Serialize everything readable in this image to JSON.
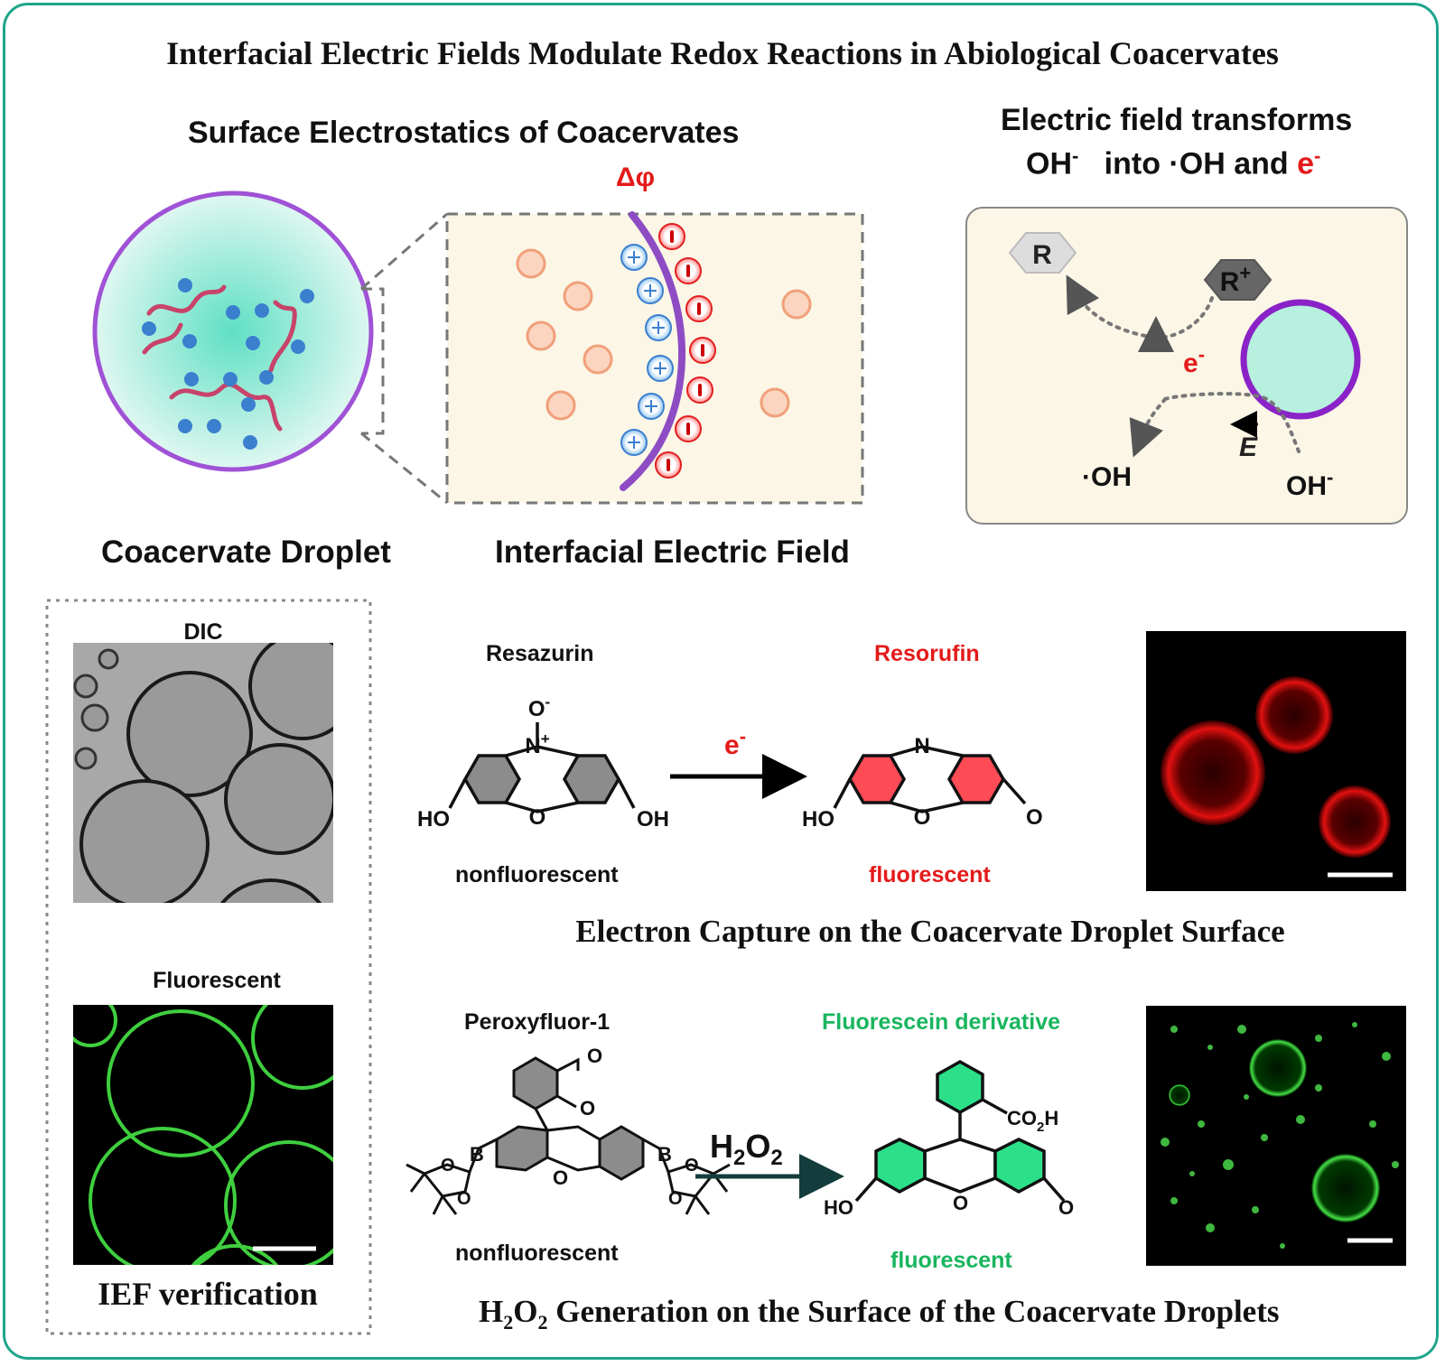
{
  "title": "Interfacial Electric Fields Modulate Redox Reactions in Abiological Coacervates",
  "top_left": {
    "heading": "Surface Electrostatics of Coacervates",
    "delta_phi": "Δφ",
    "droplet_label": "Coacervate Droplet",
    "field_label": "Interfacial Electric Field"
  },
  "top_right": {
    "heading_line1": "Electric field transforms",
    "heading_oh": "OH",
    "heading_into": "into ·OH and",
    "heading_e": "e",
    "minus": "-",
    "R": "R",
    "R_plus": "R",
    "plus": "+",
    "e_label": "e",
    "E_label": "E",
    "oh_radical": "·OH",
    "oh_minus": "OH"
  },
  "left_panel": {
    "dic_label": "DIC",
    "fluor_label": "Fluorescent",
    "verification": "IEF verification"
  },
  "reaction1": {
    "reactant": "Resazurin",
    "product": "Resorufin",
    "reagent": "e",
    "reagent_sup": "-",
    "reactant_state": "nonfluorescent",
    "product_state": "fluorescent",
    "caption": "Electron Capture on the Coacervate Droplet Surface",
    "atoms": {
      "N_plus": "N",
      "plus": "+",
      "O_minus": "O",
      "minus": "-",
      "O_ring": "O",
      "HO": "HO",
      "OH": "OH",
      "N": "N",
      "O_ring2": "O",
      "HO2": "HO",
      "O_keto": "O"
    }
  },
  "reaction2": {
    "reactant": "Peroxyfluor-1",
    "product": "Fluorescein derivative",
    "reagent_H": "H",
    "reagent_2a": "2",
    "reagent_O": "O",
    "reagent_2b": "2",
    "reactant_state": "nonfluorescent",
    "product_state": "fluorescent",
    "caption_H": "H",
    "caption_2a": "2",
    "caption_O": "O",
    "caption_2b": "2",
    "caption_rest": " Generation on the Surface of the Coacervate Droplets",
    "atoms": {
      "O_lactone": "O",
      "O_ring_l": "O",
      "O_ring": "O",
      "B1": "B",
      "B2": "B",
      "Ob1": "O",
      "Ob2": "O",
      "Ob3": "O",
      "Ob4": "O",
      "CO2H_a": "CO",
      "CO2H_b": "2",
      "CO2H_c": "H",
      "O_ring2": "O",
      "HO": "HO",
      "O_keto": "O"
    }
  },
  "colors": {
    "accent": "#1fa58a",
    "red": "#e41a1a",
    "green": "#19b55e",
    "purple": "#9b3fc9",
    "blue_dot": "#3b7fcf",
    "orange": "#f4a27a",
    "panel_bg": "#fbf6e6"
  }
}
